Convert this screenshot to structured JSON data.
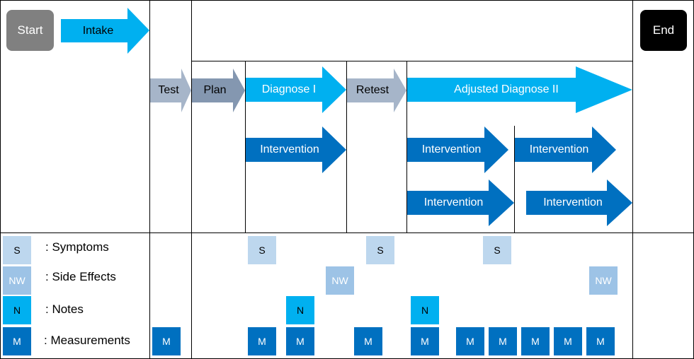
{
  "terminals": {
    "start": "Start",
    "end": "End"
  },
  "phases": {
    "intake": "Intake",
    "test": "Test",
    "plan": "Plan",
    "diagnose": "Diagnose I",
    "retest": "Retest",
    "adjusted": "Adjusted Diagnose II"
  },
  "interventions": [
    "Intervention",
    "Intervention",
    "Intervention",
    "Intervention",
    "Intervention"
  ],
  "legend": [
    {
      "code": "S",
      "label": ": Symptoms"
    },
    {
      "code": "NW",
      "label": ": Side Effects"
    },
    {
      "code": "N",
      "label": ": Notes"
    },
    {
      "code": "M",
      "label": ": Measurements"
    }
  ],
  "markers": {
    "symptoms": [
      "S",
      "S",
      "S"
    ],
    "side_effects": [
      "NW",
      "NW"
    ],
    "notes": [
      "N",
      "N"
    ],
    "measurements": [
      "M",
      "M",
      "M",
      "M",
      "M",
      "M",
      "M",
      "M",
      "M",
      "M"
    ]
  },
  "colors": {
    "start": "#808080",
    "end": "#000000",
    "light_blue_arrow": "#00b0f0",
    "dark_blue_arrow": "#0070c0",
    "gray_arrow": "#a6b5c9",
    "plan_arrow": "#8497b0",
    "symptoms": "#bdd7ee",
    "side_effects": "#9dc3e6",
    "notes": "#00b0f0",
    "measurements": "#0070c0"
  }
}
